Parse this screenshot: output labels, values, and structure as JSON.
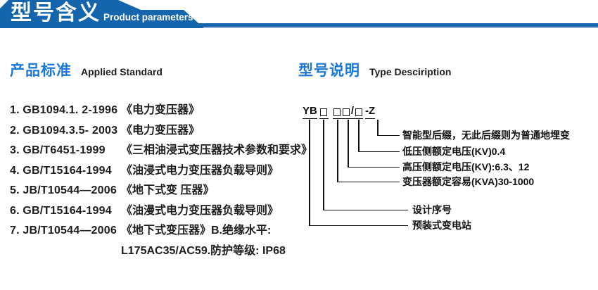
{
  "header": {
    "title_cn": "型号含义",
    "title_en": "Product parameters"
  },
  "colors": {
    "banner_blue": "#1565ad",
    "banner_edge_blue": "#8fb0d6",
    "heading_blue": "#1a78d7",
    "text_black": "#1d1d1d"
  },
  "left": {
    "heading_cn": "产品标准",
    "heading_en": "Applied Standard",
    "standards": [
      {
        "code": "1. GB1094.1. 2-1996",
        "title": "《电力变压器》"
      },
      {
        "code": "2. GB1094.3.5- 2003",
        "title": "《电力变压器》"
      },
      {
        "code": "3. GB/T6451-1999",
        "title": "《三相油浸式变压器技术参数和要求》"
      },
      {
        "code": "4. GB/T15164-1994",
        "title": "《油浸式电力变压器负载导则》"
      },
      {
        "code": "5. JB/T10544—2006",
        "title": "《地下式变 压器》"
      },
      {
        "code": "6. GB/T15164-1994",
        "title": "《油漫式电力变压器负载导则》"
      },
      {
        "code": "7. JB/T10544—2006",
        "title": "《地下式变压器》B.绝缘水平:"
      }
    ],
    "continuation": "L175AC35/AC59.防护等级: IP68"
  },
  "right": {
    "heading_cn": "型号说明",
    "heading_en": "Type Desciription",
    "model": {
      "prefix": "YB",
      "placeholder_char": "□",
      "separator": "/",
      "suffix": "-Z"
    },
    "labels": {
      "smart_suffix": "智能型后缀，无此后缀则为普通地埋变",
      "low_voltage": "低压侧额定电压(KV)0.4",
      "high_voltage": "高压侧额定电压(KV):6.3、12",
      "capacity": "变压器额定容易(KVA)30-1000",
      "design_serial": "设计序号",
      "substation": "预装式变电站"
    }
  }
}
